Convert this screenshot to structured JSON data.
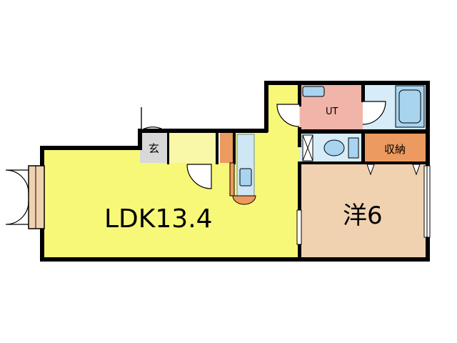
{
  "rooms": {
    "ldk": "LDK13.4",
    "western": "洋6",
    "utility": "UT",
    "storage": "収納",
    "entrance": "玄"
  },
  "colors": {
    "ldk_fill": "#f8f878",
    "entrance_fill": "#f8f8a8",
    "western_fill": "#f0d2b0",
    "utility_fill": "#f0b4a8",
    "storage_fill": "#ec9a60",
    "bath_fill": "#d6ecf8",
    "fixture_fill": "#a8d4f0",
    "genkan_fill": "#d8d8d8",
    "wall": "#000000"
  }
}
